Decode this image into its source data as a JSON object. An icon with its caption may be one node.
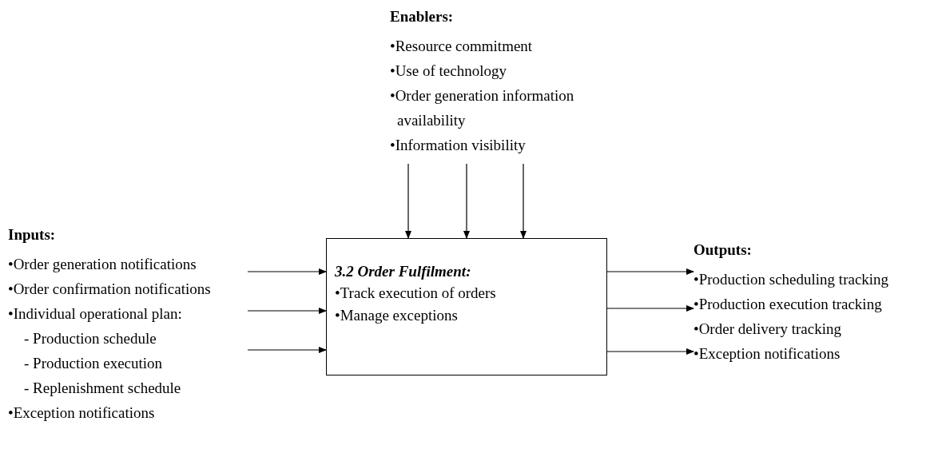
{
  "diagram": {
    "nodes": [
      {
        "text": [
          "Enablers:",
          "•Resource commitment",
          "•Use of technology",
          "•Order generation information availability",
          "•Information visibility"
        ]
      },
      {
        "text": [
          "Inputs:",
          "•Order generation notifications",
          "•Order confirmation notifications",
          "•Individual operational plan:",
          "- Production schedule",
          "- Production execution",
          "- Replenishment schedule",
          "•Exception notifications"
        ]
      },
      {
        "text": [
          "3.2 Order Fulfilment:",
          "•Track execution of orders",
          "•Manage exceptions"
        ]
      },
      {
        "text": [
          "Outputs:",
          "•Production scheduling tracking",
          "•Production execution tracking",
          "•Order delivery tracking",
          "•Exception notifications"
        ]
      }
    ],
    "edges": [
      {
        "from": 0,
        "to": 2,
        "arrow": "to"
      },
      {
        "from": 0,
        "to": 2,
        "arrow": "to"
      },
      {
        "from": 0,
        "to": 2,
        "arrow": "to"
      },
      {
        "from": 1,
        "to": 2,
        "arrow": "to"
      },
      {
        "from": 1,
        "to": 2,
        "arrow": "to"
      },
      {
        "from": 1,
        "to": 2,
        "arrow": "to"
      },
      {
        "from": 2,
        "to": 3,
        "arrow": "to"
      },
      {
        "from": 2,
        "to": 3,
        "arrow": "to"
      },
      {
        "from": 2,
        "to": 3,
        "arrow": "to"
      }
    ]
  }
}
